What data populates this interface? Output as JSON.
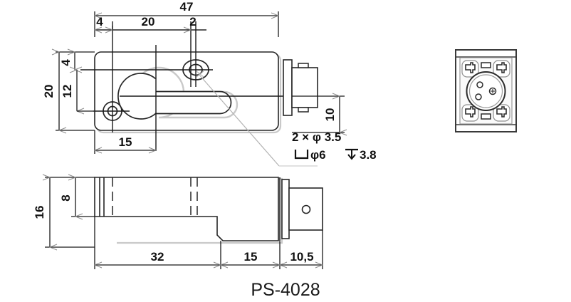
{
  "drawing": {
    "title": "PS-4028",
    "units_note": "",
    "line_color": "#262626",
    "shadow_color": "#c9c9c9",
    "leader_color": "#b0b0b0",
    "background": "#ffffff"
  },
  "top_view": {
    "name": "top-view",
    "dimensions": {
      "overall_length": "47",
      "hole_offset_left": "4",
      "hole_spacing": "20",
      "hole_width": "2",
      "overall_height": "20",
      "top_offset": "4",
      "hole_vertical_spacing": "12",
      "slot_center_from_left": "15",
      "connector_height": "10"
    }
  },
  "annotations": {
    "hole_callout": "2 × φ 3.5",
    "counterbore_symbol": "⌴",
    "counterbore_callout": "φ6",
    "depth_symbol": "↧",
    "depth_callout": "3.8"
  },
  "side_view": {
    "name": "side-view",
    "dimensions": {
      "overall_height": "16",
      "upper_height": "8",
      "body_length": "32",
      "step_length": "15",
      "connector_length": "10,5"
    }
  },
  "front_view": {
    "name": "connector-front-view",
    "pins": 3,
    "screws": 4
  }
}
